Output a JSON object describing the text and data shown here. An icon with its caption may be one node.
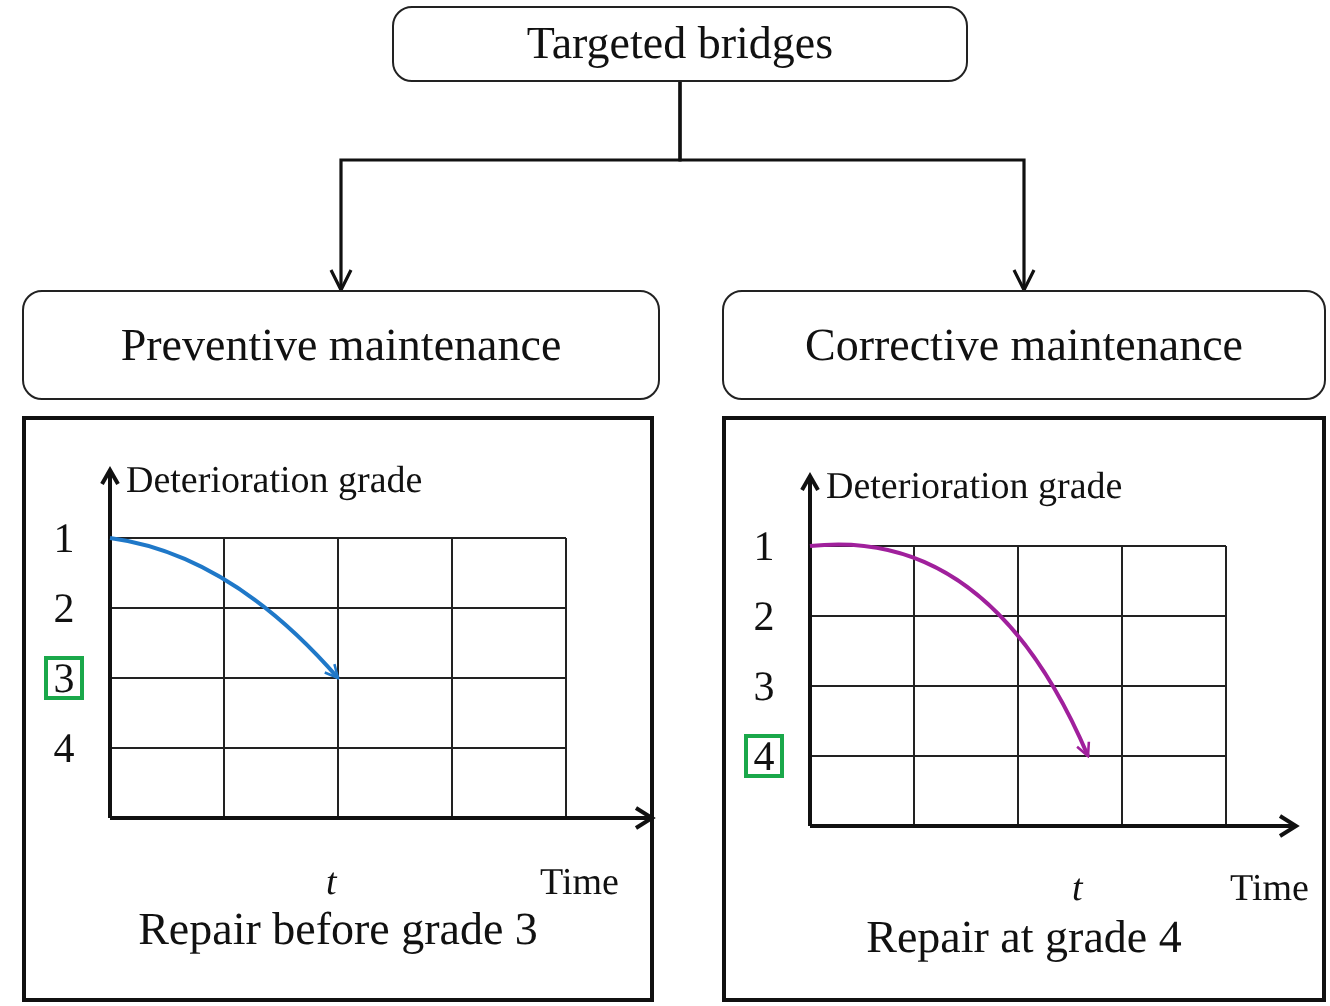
{
  "diagram": {
    "nodes": [
      {
        "text": [
          "Targeted bridges"
        ]
      },
      {
        "text": [
          "Preventive maintenance"
        ]
      },
      {
        "text": [
          "Corrective maintenance"
        ]
      },
      {
        "text": [
          "Repair before grade 3"
        ]
      },
      {
        "text": [
          "Repair at grade 4"
        ]
      }
    ],
    "edges": [
      {
        "from": 0,
        "to": 1,
        "arrow": "to"
      },
      {
        "from": 0,
        "to": 2,
        "arrow": "to"
      }
    ],
    "labels": [
      "Deterioration grade",
      "1",
      "2",
      "3",
      "4",
      "t",
      "Time",
      "Deterioration grade",
      "1",
      "2",
      "3",
      "4",
      "t",
      "Time"
    ]
  }
}
